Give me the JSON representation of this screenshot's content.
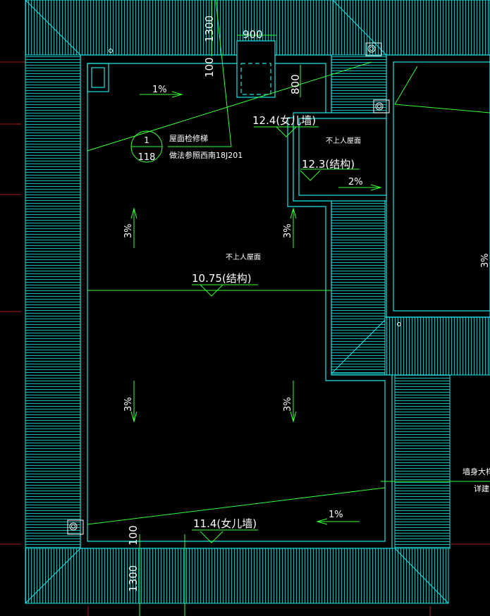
{
  "colors": {
    "background": "#000000",
    "wall": "#19e6e6",
    "hatch": "#19e6e6",
    "annotation": "#33ff33",
    "text": "#ffffff",
    "axis": "#b31a1a"
  },
  "dimensions": {
    "top_overhang": "1300",
    "top_gap": "100",
    "hatch_width": "900",
    "hatch_depth": "800",
    "bottom_gap": "100",
    "bottom_overhang": "1300"
  },
  "levels": {
    "parapet_top": "12.4(女儿墙)",
    "small_roof_struct": "12.3(结构)",
    "main_roof_struct": "10.75(结构)",
    "parapet_bottom": "11.4(女儿墙)"
  },
  "slopes": {
    "top_left": "1%",
    "small_roof": "2%",
    "left_upper": "3%",
    "mid_upper": "3%",
    "left_lower": "3%",
    "mid_lower": "3%",
    "bottom_right": "1%",
    "right_edge": "3%"
  },
  "notes": {
    "main_roof": "不上人屋面",
    "small_roof": "不上人屋面",
    "hatch_title": "屋面检修梯",
    "hatch_ref": "做法参照西南18J201",
    "right_note_1": "墙身大样",
    "right_note_2": "详建"
  },
  "detail_callout": {
    "number": "1",
    "sheet": "118"
  }
}
